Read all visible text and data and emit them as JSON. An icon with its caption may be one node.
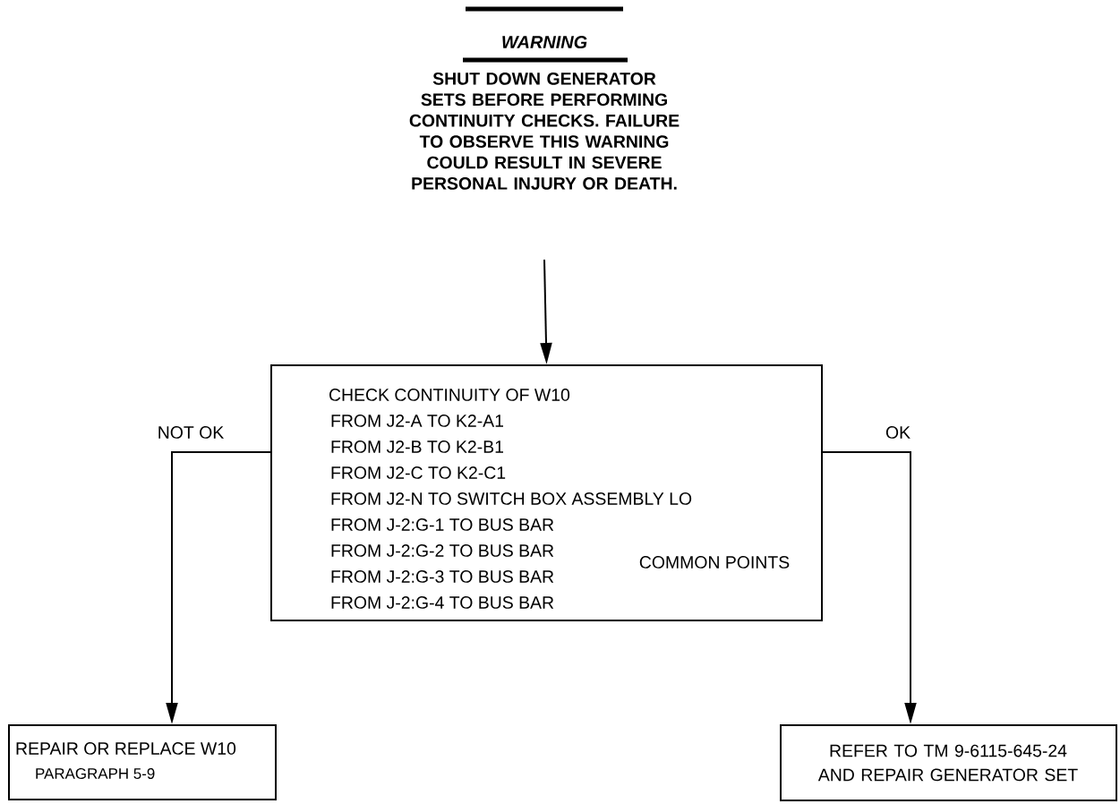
{
  "diagram": {
    "nodes": [
      {
        "text": [
          "CHECK CONTINUITY OF W10",
          "FROM J2-A TO K2-A1",
          "FROM J2-B TO K2-B1",
          "FROM J2-C TO K2-C1",
          "FROM J2-N TO SWITCH BOX ASSEMBLY LO",
          "FROM J-2:G-1 TO BUS BAR",
          "FROM J-2:G-2 TO BUS BAR",
          "FROM J-2:G-3 TO BUS BAR",
          "FROM J-2:G-4 TO BUS BAR",
          "COMMON POINTS"
        ]
      },
      {
        "text": [
          "REPAIR OR REPLACE W10",
          "PARAGRAPH 5-9"
        ]
      },
      {
        "text": [
          "REFER TO TM 9-6115-645-24 AND REPAIR GENERATOR SET"
        ]
      }
    ],
    "edges": [
      {
        "from": null,
        "to": 0,
        "arrow": "to"
      },
      {
        "from": 0,
        "to": 1,
        "arrow": "to",
        "label": "NOT OK"
      },
      {
        "from": 0,
        "to": 2,
        "arrow": "to",
        "label": "OK"
      }
    ],
    "labels": [
      "WARNING",
      "SHUT DOWN GENERATOR SETS BEFORE PERFORMING CONTINUITY CHECKS. FAILURE TO OBSERVE THIS WARNING COULD RESULT IN SEVERE PERSONAL INJURY OR DEATH."
    ]
  }
}
